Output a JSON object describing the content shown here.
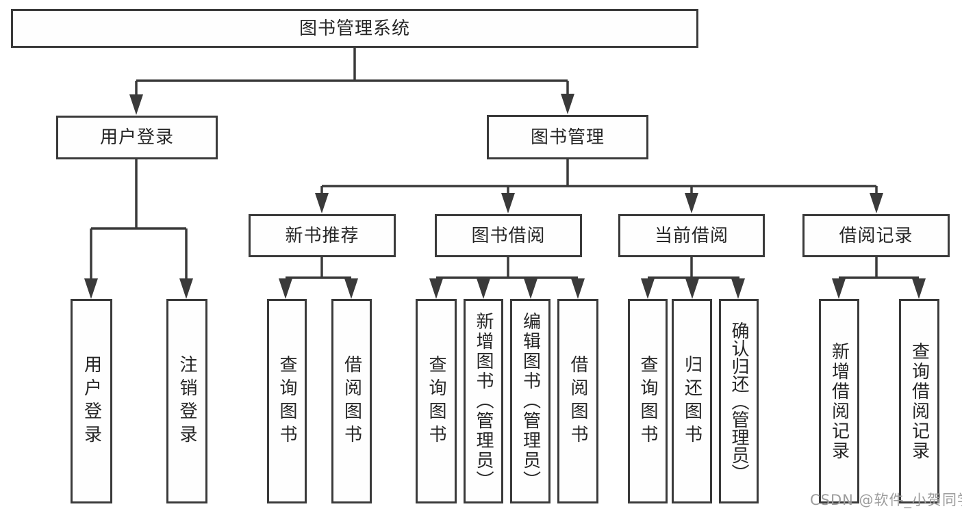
{
  "diagram_title": "图书管理系统",
  "tree": {
    "label": "图书管理系统",
    "children": [
      {
        "label": "用户登录",
        "children": [
          {
            "label": "用户登录"
          },
          {
            "label": "注销登录"
          }
        ]
      },
      {
        "label": "图书管理",
        "children": [
          {
            "label": "新书推荐",
            "children": [
              {
                "label": "查询图书"
              },
              {
                "label": "借阅图书"
              }
            ]
          },
          {
            "label": "图书借阅",
            "children": [
              {
                "label": "查询图书"
              },
              {
                "label": "新增图书（管理员）"
              },
              {
                "label": "编辑图书（管理员）"
              },
              {
                "label": "借阅图书"
              }
            ]
          },
          {
            "label": "当前借阅",
            "children": [
              {
                "label": "查询图书"
              },
              {
                "label": "归还图书"
              },
              {
                "label": "确认归还（管理员）"
              }
            ]
          },
          {
            "label": "借阅记录",
            "children": [
              {
                "label": "新增借阅记录"
              },
              {
                "label": "查询借阅记录"
              }
            ]
          }
        ]
      }
    ]
  },
  "watermark": {
    "text": "CSDN @软件_小贺同学"
  },
  "colors": {
    "line": "#3a3a3a",
    "box_border": "#3a3a3a",
    "text": "#262626",
    "watermark": "#9c9c9c",
    "background": "#ffffff"
  }
}
